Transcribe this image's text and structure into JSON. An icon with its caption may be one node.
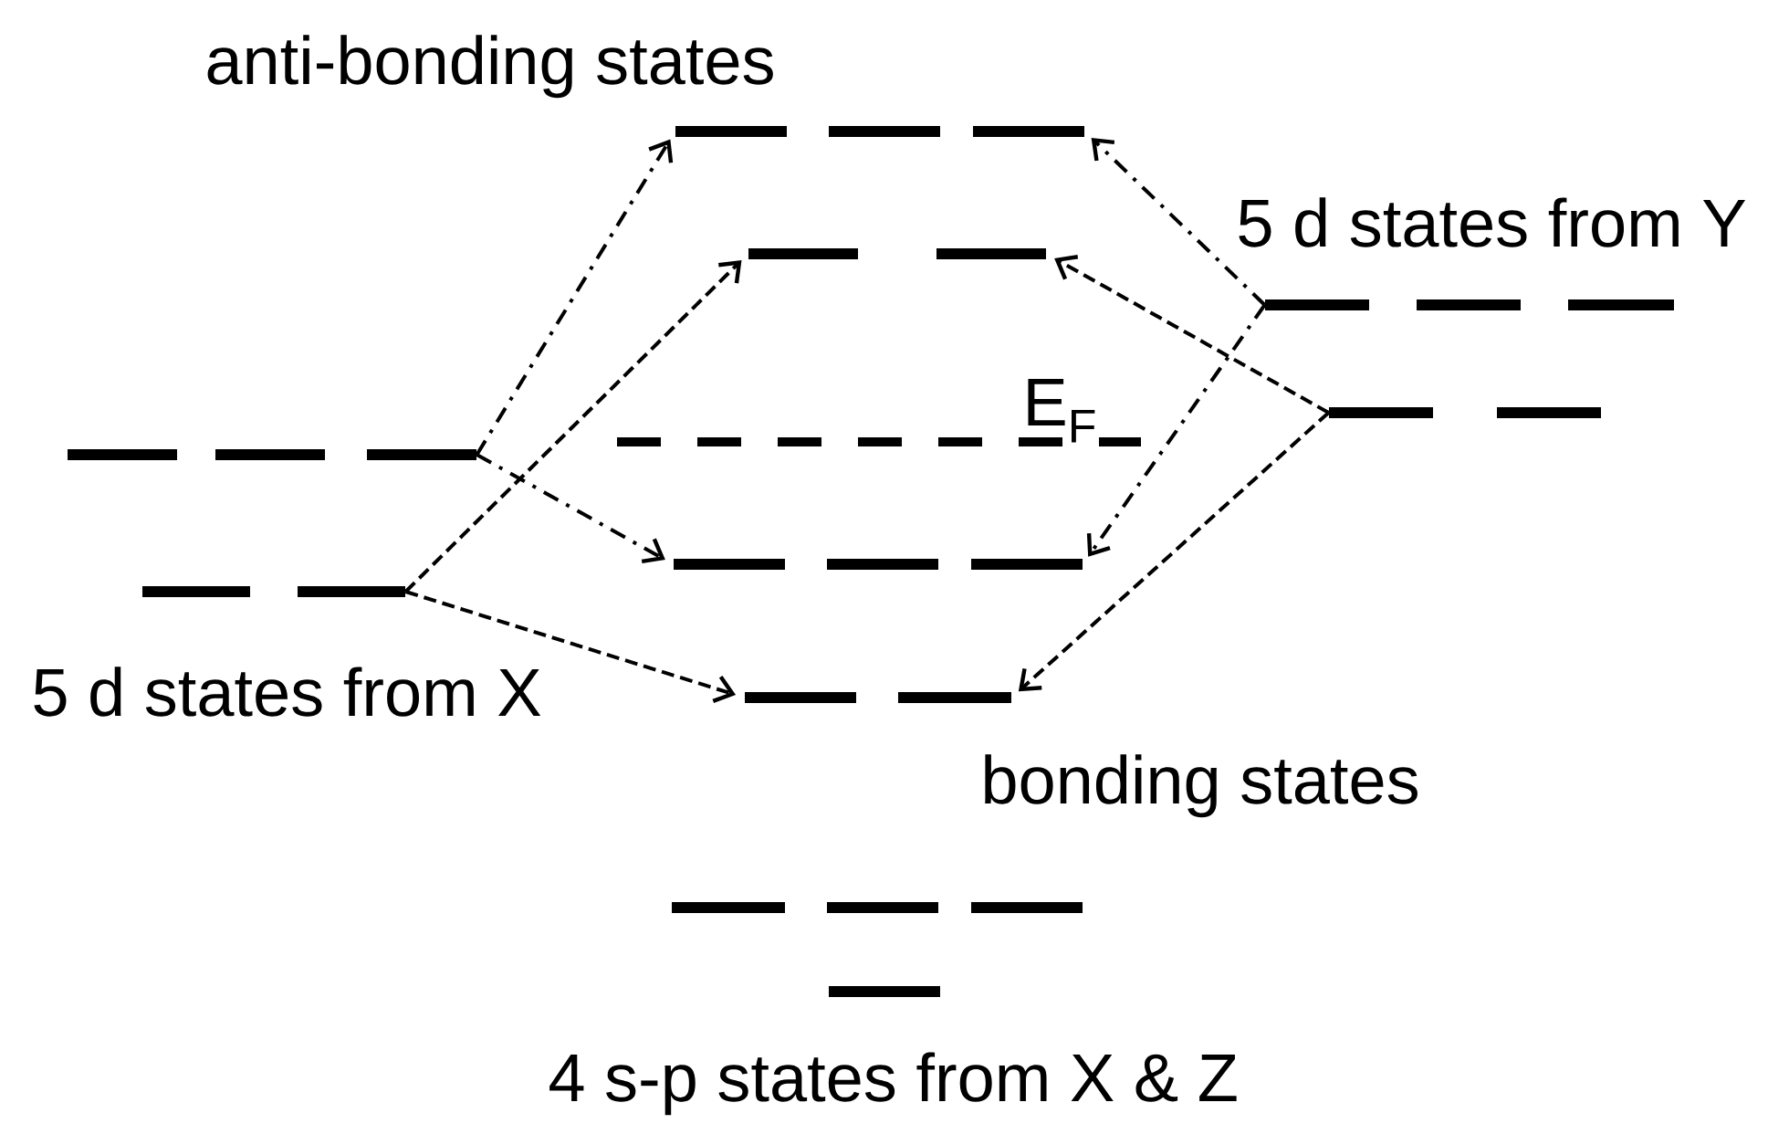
{
  "diagram": {
    "nodes": [
      {
        "text": [],
        "shape": "bar"
      },
      {
        "text": [],
        "shape": "bar"
      },
      {
        "text": [],
        "shape": "bar"
      },
      {
        "text": [],
        "shape": "bar"
      },
      {
        "text": [],
        "shape": "bar"
      },
      {
        "text": [],
        "shape": "bar"
      },
      {
        "text": [],
        "shape": "bar"
      },
      {
        "text": [],
        "shape": "bar"
      },
      {
        "text": [],
        "shape": "bar"
      },
      {
        "text": [],
        "shape": "bar"
      }
    ],
    "edges": [
      {
        "from": 4,
        "to": 0,
        "arrow": "to",
        "style": "dashed"
      },
      {
        "from": 4,
        "to": 5,
        "arrow": "to",
        "style": "dashed"
      },
      {
        "from": 6,
        "to": 1,
        "arrow": "to",
        "style": "dashed"
      },
      {
        "from": 6,
        "to": 7,
        "arrow": "to",
        "style": "dashed"
      },
      {
        "from": 2,
        "to": 0,
        "arrow": "to",
        "style": "dashed"
      },
      {
        "from": 2,
        "to": 5,
        "arrow": "to",
        "style": "dashed"
      },
      {
        "from": 3,
        "to": 1,
        "arrow": "to",
        "style": "dashed"
      },
      {
        "from": 3,
        "to": 7,
        "arrow": "to",
        "style": "dashed"
      }
    ],
    "labels": [
      "anti-bonding states",
      "5 d states from Y",
      "E$_{F}$",
      "5 d states from X",
      "bonding states",
      "4 s-p states from X & Z"
    ]
  }
}
